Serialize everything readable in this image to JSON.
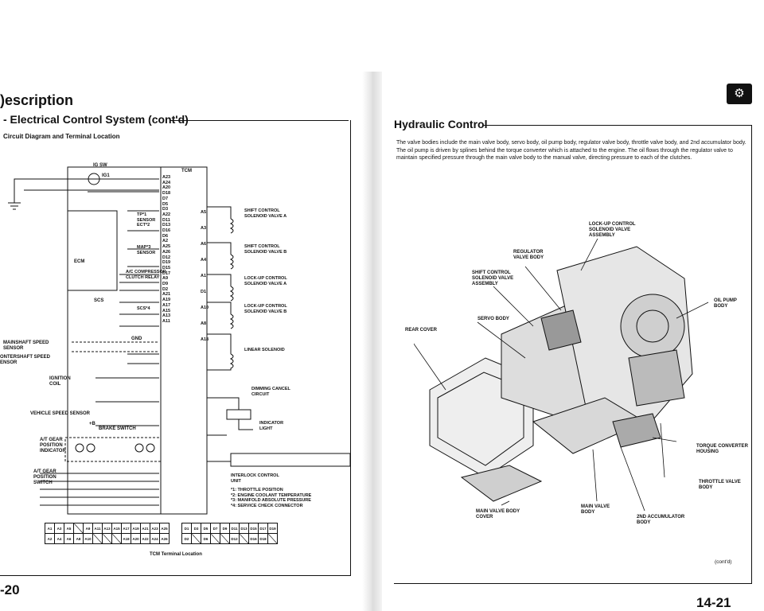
{
  "left": {
    "title": ")escription",
    "subtitle": "- Electrical Control System (cont'd)",
    "section_caption": "Circuit Diagram and Terminal Location",
    "page_number": "-20",
    "diagram": {
      "ig_sw": "IG SW",
      "ig1": "IG1",
      "tcm": "TCM",
      "ecm": "ECM",
      "gnd": "GND",
      "scs": "SCS",
      "tp": "TP*1",
      "sensor": "SENSOR",
      "ect": "ECT*2",
      "map": "MAP*3",
      "ac_relay_1": "A/C COMPRESSOR",
      "ac_relay_2": "CLUTCH RELAY",
      "scs4": "SCS*4",
      "mainshaft_1": "MAINSHAFT SPEED",
      "mainshaft_2": "SENSOR",
      "counter_1": "ONTERSHAFT SPEED",
      "counter_2": "ENSOR",
      "ignition_1": "IGNITION",
      "ignition_2": "COIL",
      "vss": "VEHICLE SPEED SENSOR",
      "brake_b": "+B",
      "brake_sw": "BRAKE SWITCH",
      "atgear_ind_1": "A/T GEAR",
      "atgear_ind_2": "POSITION",
      "atgear_ind_3": "INDICATOR",
      "atgear_sw_1": "A/T GEAR",
      "atgear_sw_2": "POSITION",
      "atgear_sw_3": "SWITCH",
      "left_terms": [
        "A23",
        "A24",
        "A20",
        "D18",
        "D7",
        "D5",
        "D3",
        "A22",
        "D11",
        "D13",
        "D16",
        "D6",
        "A2",
        "A25",
        "A26",
        "D12",
        "D19",
        "D15",
        "D17",
        "A9",
        "D9",
        "D2",
        "A21",
        "A19",
        "A17",
        "A15",
        "A13",
        "A11"
      ],
      "right_terms": [
        "A5",
        "A3",
        "A6",
        "A4",
        "A1",
        "D1",
        "A10",
        "A8",
        "A18"
      ],
      "solenoids": [
        [
          "SHIFT CONTROL",
          "SOLENOID VALVE A"
        ],
        [
          "SHIFT CONTROL",
          "SOLENOID VALVE B"
        ],
        [
          "LOCK-UP CONTROL",
          "SOLENOID VALVE A"
        ],
        [
          "LOCK-UP CONTROL",
          "SOLENOID VALVE B"
        ],
        [
          "LINEAR SOLENOID",
          ""
        ]
      ],
      "dimming_1": "DIMMING CANCEL",
      "dimming_2": "CIRCUIT",
      "indicator_1": "INDICATOR",
      "indicator_2": "LIGHT",
      "interlock_1": "INTERLOCK CONTROL",
      "interlock_2": "UNIT",
      "footnotes": [
        "*1: THROTTLE POSITION",
        "*2: ENGINE COOLANT TEMPERATURE",
        "*3: MANIFOLD ABSOLUTE PRESSURE",
        "*4: SERVICE CHECK CONNECTOR"
      ]
    },
    "terminal_caption": "TCM Terminal Location",
    "connector_a": {
      "row1": [
        "A1",
        "A3",
        "A5",
        "",
        "A9",
        "A11",
        "A13",
        "A15",
        "A17",
        "A19",
        "A21",
        "A23",
        "A25"
      ],
      "row2": [
        "A2",
        "A4",
        "A6",
        "A8",
        "A10",
        "",
        "",
        "",
        "A18",
        "A20",
        "A22",
        "A24",
        "A26"
      ]
    },
    "connector_d": {
      "row1": [
        "D1",
        "D3",
        "D5",
        "D7",
        "D9",
        "D11",
        "D13",
        "D15",
        "D17",
        "D19"
      ],
      "row2": [
        "D2",
        "",
        "D6",
        "",
        "",
        "D12",
        "",
        "D16",
        "D18",
        ""
      ]
    }
  },
  "right": {
    "title": "Hydraulic Control",
    "paragraphs": [
      "The valve bodies include the main valve body, servo body, oil pump body, regulator valve body, throttle valve body, and 2nd accumulator body.",
      "The oil pump is driven by splines behind the torque converter which is attached to the engine. The oil flows through the regulator valve to maintain specified pressure through the main valve body to the manual valve, directing pressure to each of the clutches."
    ],
    "labels": {
      "lockup_1": "LOCK-UP CONTROL",
      "lockup_2": "SOLENOID VALVE",
      "lockup_3": "ASSEMBLY",
      "regulator_1": "REGULATOR",
      "regulator_2": "VALVE BODY",
      "shift_1": "SHIFT CONTROL",
      "shift_2": "SOLENOID VALVE",
      "shift_3": "ASSEMBLY",
      "oilpump_1": "OIL PUMP",
      "oilpump_2": "BODY",
      "servo": "SERVO BODY",
      "rear": "REAR COVER",
      "torque_1": "TORQUE CONVERTER",
      "torque_2": "HOUSING",
      "throttle_1": "THROTTLE VALVE",
      "throttle_2": "BODY",
      "mainvb_cover_1": "MAIN VALVE BODY",
      "mainvb_cover_2": "COVER",
      "mainvb_1": "MAIN VALVE",
      "mainvb_2": "BODY",
      "acc_1": "2ND ACCUMULATOR",
      "acc_2": "BODY"
    },
    "contd": "(cont'd)",
    "page_number": "14-21",
    "icon": "gear-icon"
  }
}
